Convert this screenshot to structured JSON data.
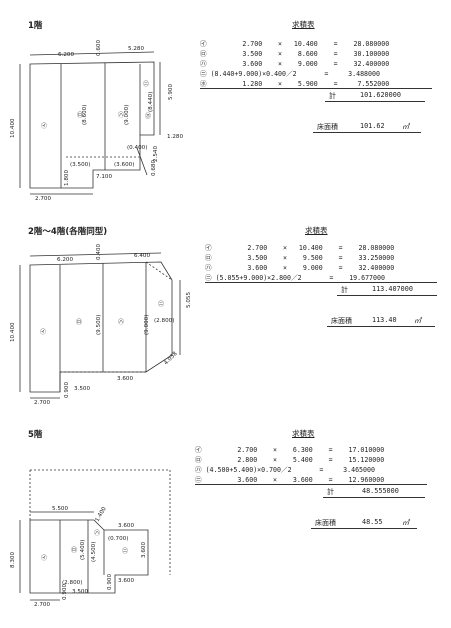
{
  "floor1": {
    "title": "1階",
    "table_title": "求積表",
    "rows": [
      "㋑         2.700    ×   10.400    =    28.080000",
      "㋺         3.500    ×    8.600    =    30.100000",
      "㋩         3.600    ×    9.000    =    32.400000",
      "㊁ (8.440+9.000)×0.400／2       =     3.488000",
      "㋭         1.280    ×    5.900    =     7.552000"
    ],
    "total_label": "計",
    "total_value": "101.620000",
    "area_label": "床面積",
    "area_value": "101.62",
    "area_unit": "㎡",
    "dims": {
      "top_a": "6.200",
      "top_b": "0.600",
      "top_c": "5.280",
      "left": "10.400",
      "right": "5.900",
      "bottom_a": "2.700",
      "bottom_b": "1.800",
      "bottom_c": "7.100",
      "bottom_d": "0.680",
      "inner_a": "(8.600)",
      "inner_b": "(9.000)",
      "inner_c": "(8.440)",
      "inner_d": "(3.500)",
      "inner_e": "(3.600)",
      "inner_f": "(0.400)",
      "side_a": "1.280",
      "side_b": "2.540"
    },
    "labels": [
      "㋑",
      "㋺",
      "㋩",
      "㊁",
      "㋭"
    ]
  },
  "floor2": {
    "title": "2階～4階(各階同型)",
    "table_title": "求積表",
    "rows": [
      "㋑         2.700    ×   10.400    =    28.080000",
      "㋺         3.500    ×    9.500    =    33.250000",
      "㋩         3.600    ×    9.000    =    32.400000",
      "㊁ (5.055+9.000)×2.800／2       =    19.677000"
    ],
    "total_label": "計",
    "total_value": "113.407000",
    "area_label": "床面積",
    "area_value": "113.40",
    "area_unit": "㎡",
    "dims": {
      "top_a": "6.200",
      "top_b": "0.400",
      "top_c": "6.400",
      "left": "10.400",
      "right": "5.055",
      "bottom_a": "2.700",
      "bottom_b": "0.900",
      "bottom_c": "3.500",
      "bottom_d": "3.600",
      "inner_a": "(9.500)",
      "inner_b": "(9.000)",
      "inner_c": "(2.800)",
      "diag": "4.038"
    },
    "labels": [
      "㋑",
      "㋺",
      "㋩",
      "㊁"
    ]
  },
  "floor5": {
    "title": "5階",
    "table_title": "求積表",
    "rows": [
      "㋑         2.700    ×    6.300    =    17.010000",
      "㋺         2.800    ×    5.400    =    15.120000",
      "㋩ (4.500+5.400)×0.700／2       =     3.465000",
      "㊁         3.600    ×    3.600    =    12.960000"
    ],
    "total_label": "計",
    "total_value": "48.555000",
    "area_label": "床面積",
    "area_value": "48.55",
    "area_unit": "㎡",
    "dims": {
      "top_a": "5.500",
      "top_b": "1.400",
      "top_c": "3.600",
      "left": "8.300",
      "right": "3.600",
      "bottom_a": "2.700",
      "bottom_b": "0.900",
      "bottom_c": "3.500",
      "bottom_d": "0.900",
      "bottom_e": "3.600",
      "inner_a": "(4.500)",
      "inner_b": "(5.400)",
      "inner_c": "(0.700)",
      "inner_d": "(2.800)"
    },
    "labels": [
      "㋑",
      "㋺",
      "㋩",
      "㊁"
    ]
  }
}
